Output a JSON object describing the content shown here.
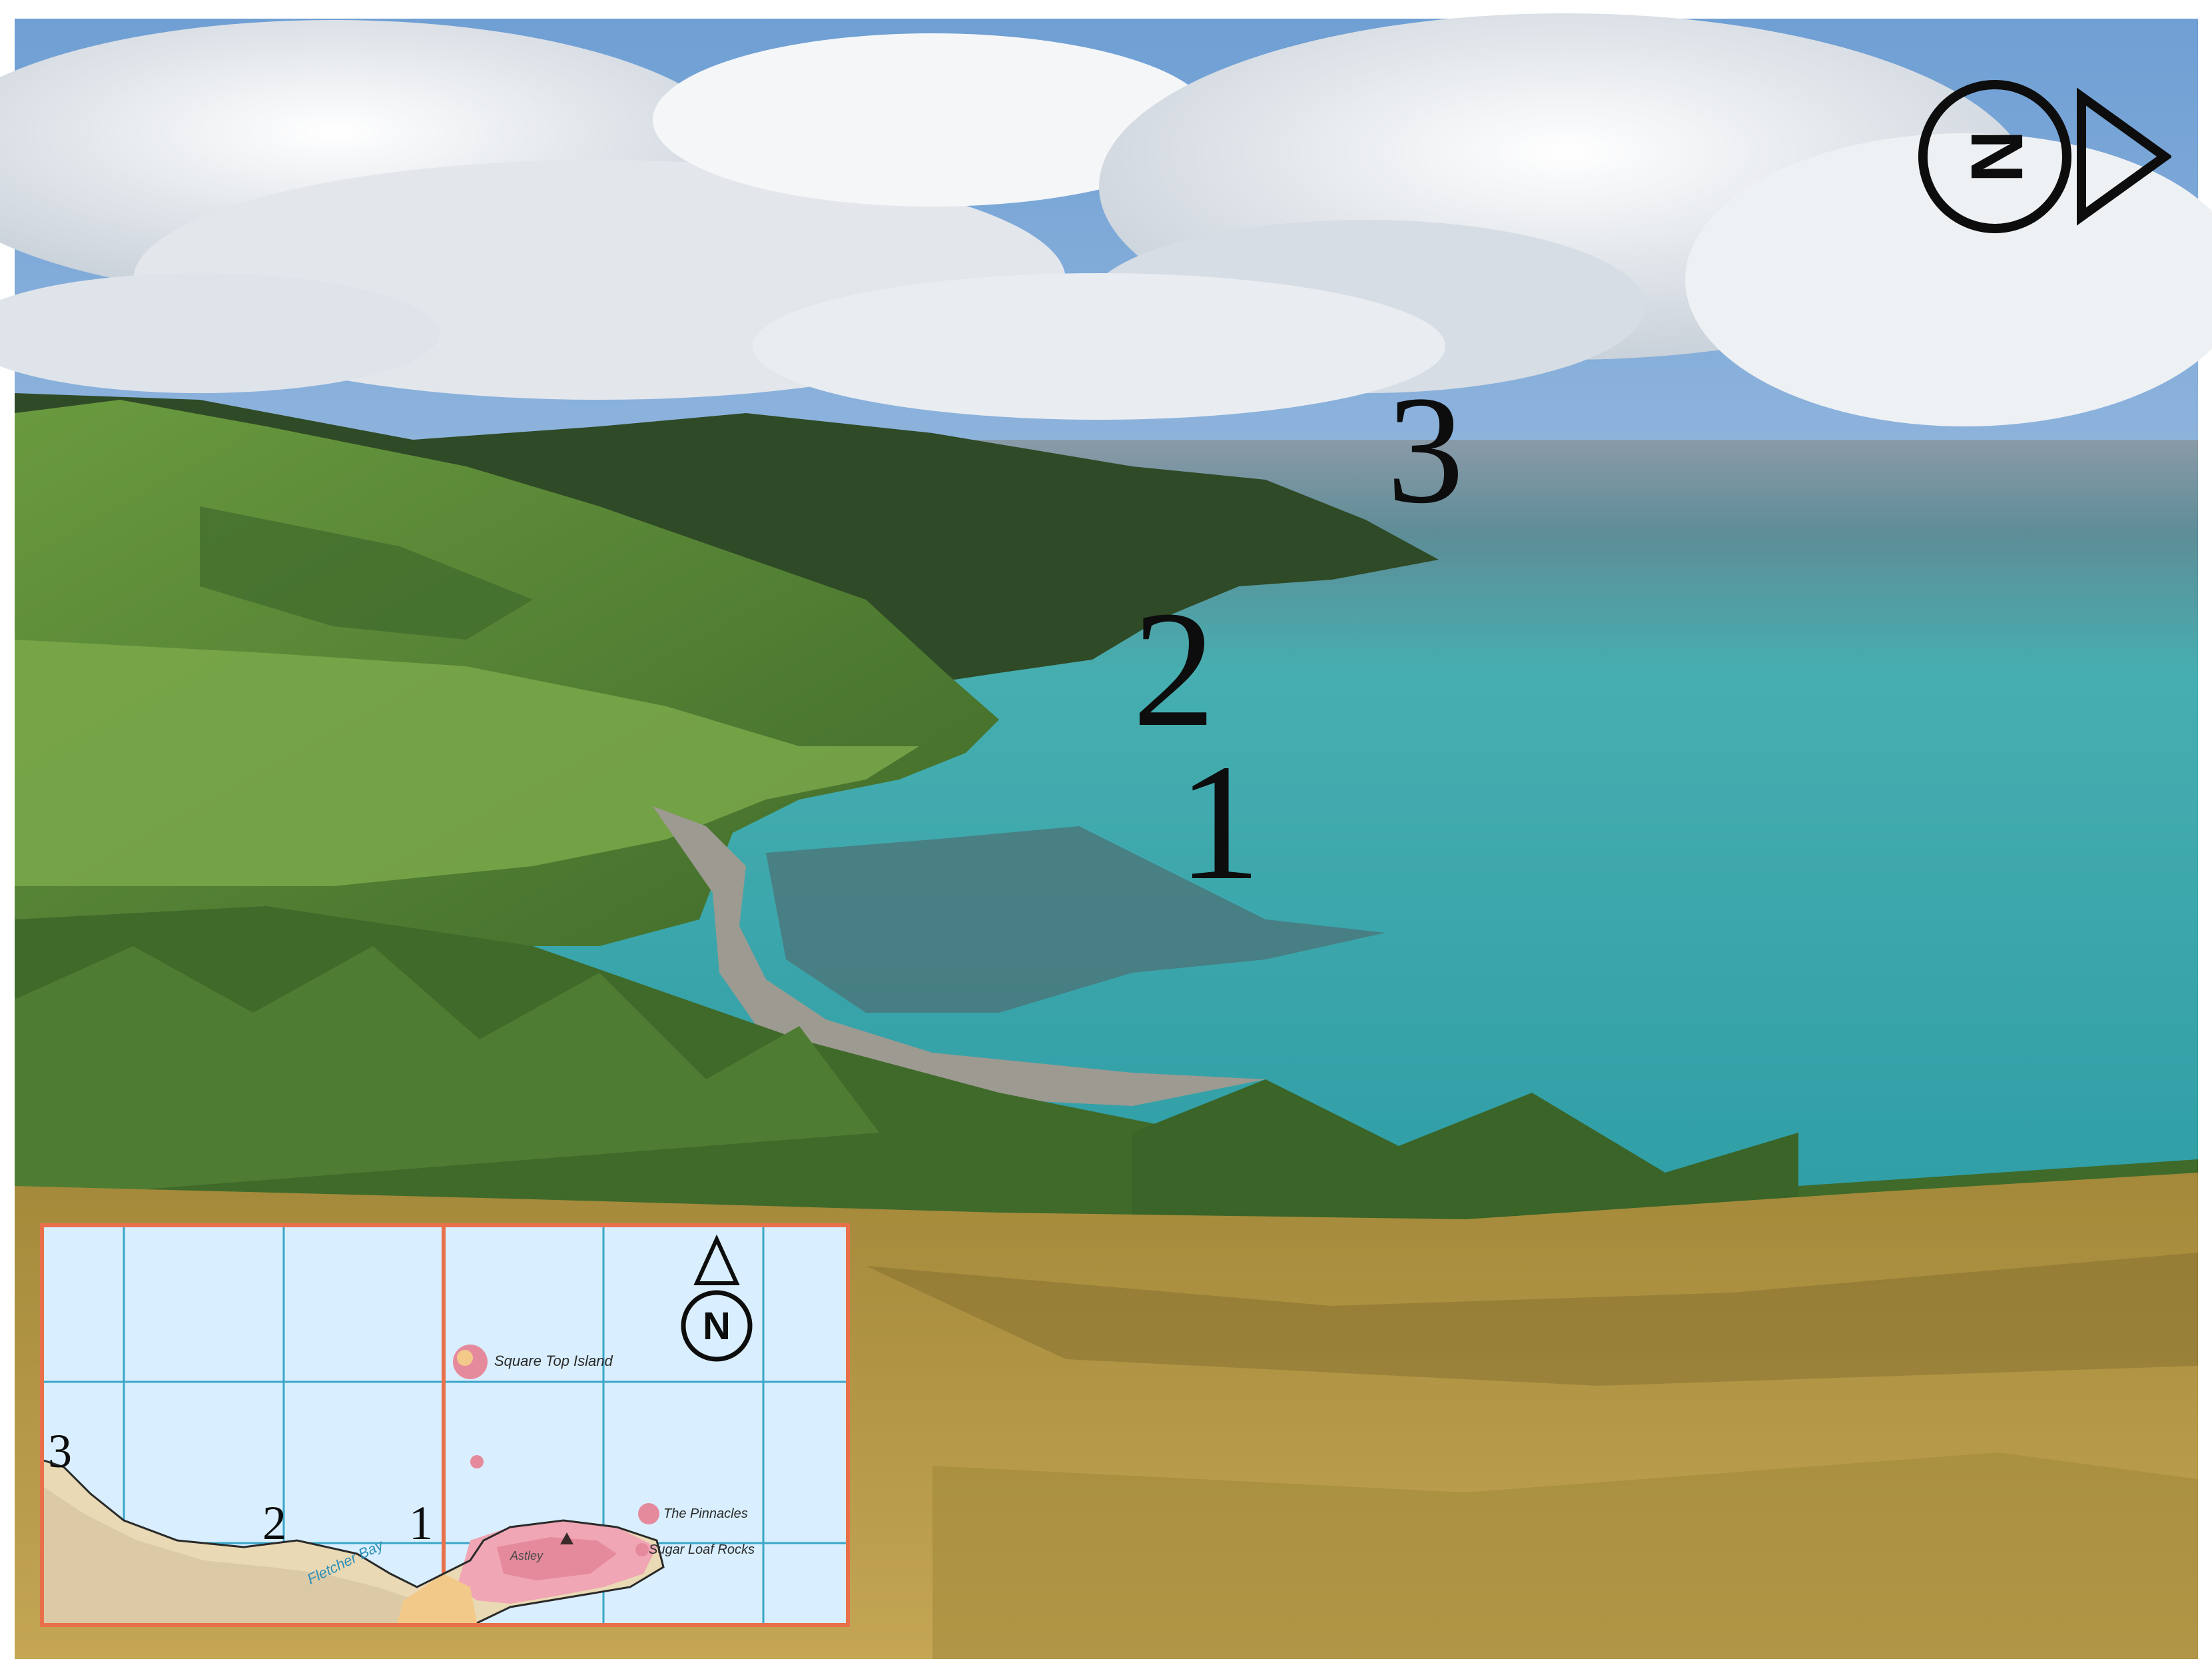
{
  "photo_labels": {
    "point_1": "1",
    "point_2": "2",
    "point_3": "3"
  },
  "compass": {
    "letter": "N"
  },
  "inset_map": {
    "numbers": {
      "point_1": "1",
      "point_2": "2",
      "point_3": "3"
    },
    "places": {
      "square_top_island": "Square Top Island",
      "the_pinnacles": "The Pinnacles",
      "sugar_loaf_rocks": "Sugar Loaf Rocks",
      "fletcher_bay": "Fletcher Bay",
      "astley": "Astley"
    },
    "compass_letter": "N"
  },
  "colors": {
    "sky": "#8fb8e0",
    "cloud": "#f2f4f6",
    "sea": "#3fb2b0",
    "hills": "#5e8f3a",
    "forest": "#2f4a26",
    "grass": "#b5983f",
    "inset_border": "#e8704a",
    "inset_water": "#d9efff"
  }
}
